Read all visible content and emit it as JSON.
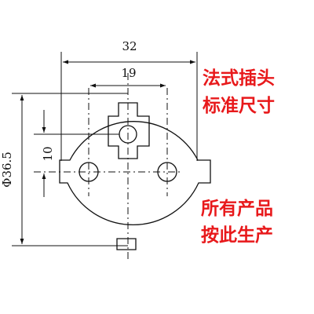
{
  "dimensions": {
    "overall_width": "32",
    "pin_spacing": "19",
    "pin_offset": "10",
    "diameter": "Φ36.5"
  },
  "captions": {
    "top_line1": "法式插头",
    "top_line2": "标准尺寸",
    "bottom_line1": "所有产品",
    "bottom_line2": "按此生产"
  },
  "colors": {
    "caption": "#e8191b",
    "line": "#111111"
  }
}
